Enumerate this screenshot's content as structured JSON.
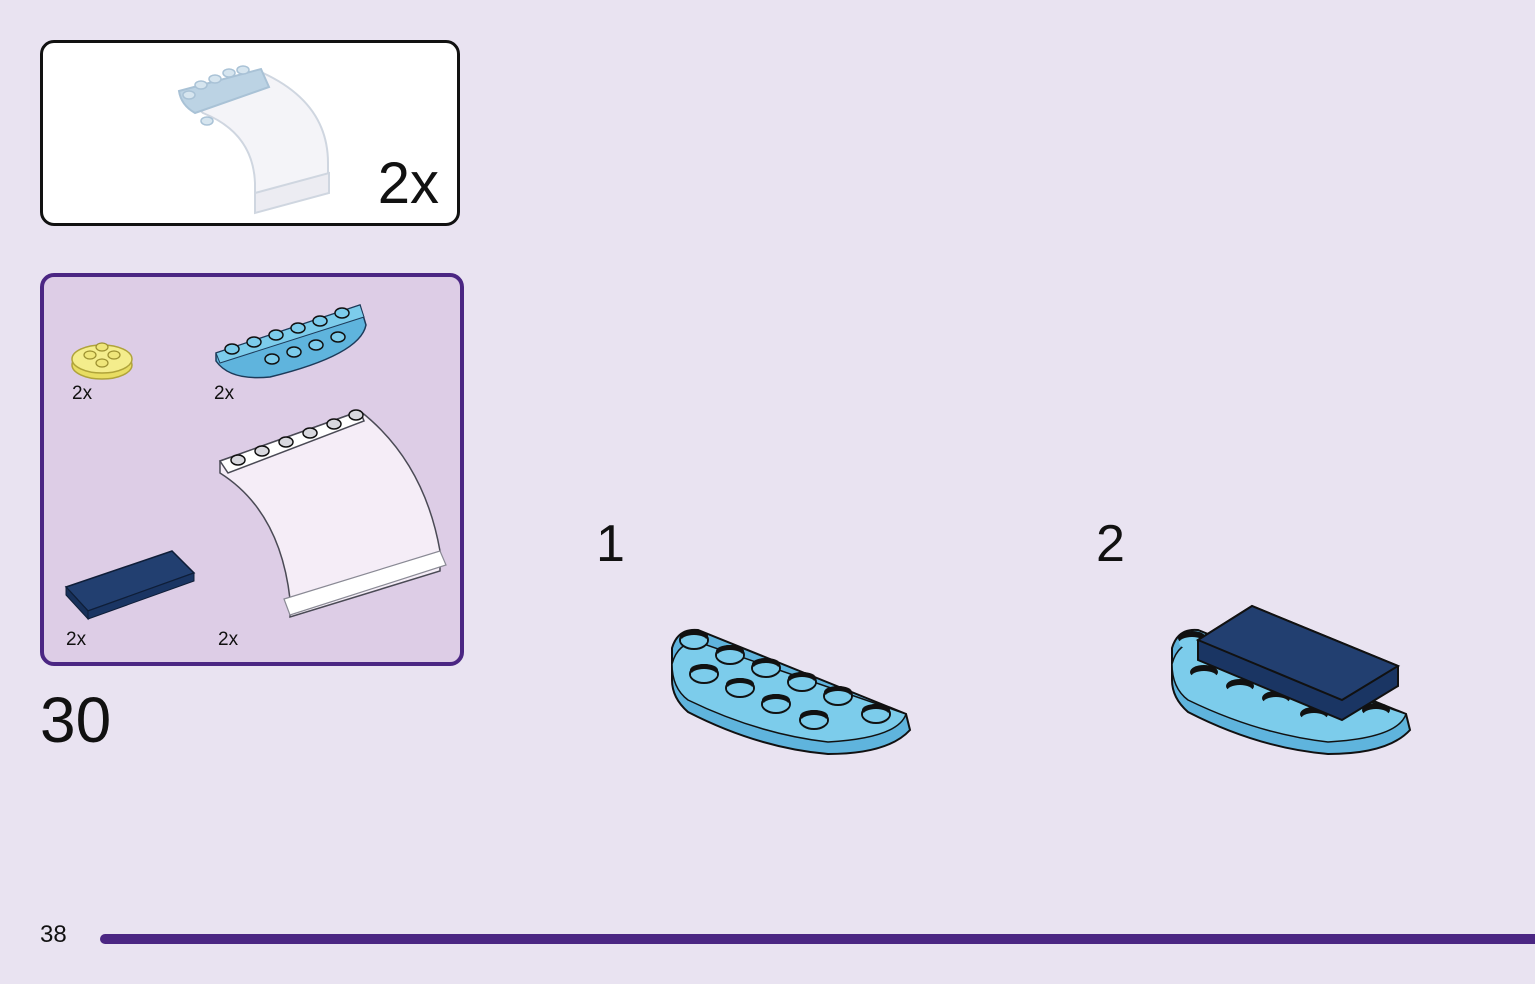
{
  "submodel_callout": {
    "quantity": "2x",
    "part_icon": "curved-panel-assembly-icon"
  },
  "parts_list": {
    "items": [
      {
        "name": "yellow-round-plate",
        "quantity": "2x",
        "color": "#f2ea7a"
      },
      {
        "name": "light-blue-half-round-plate",
        "quantity": "2x",
        "color": "#6fc3e8"
      },
      {
        "name": "dark-blue-tile",
        "quantity": "2x",
        "color": "#1f3d6e"
      },
      {
        "name": "clear-curved-panel",
        "quantity": "2x",
        "color": "#f6eef8"
      }
    ]
  },
  "step": {
    "number": "30",
    "substeps": [
      "1",
      "2"
    ]
  },
  "page": {
    "number": "38"
  },
  "colors": {
    "background": "#e9e3f1",
    "accent": "#4b2683",
    "parts_box_fill": "#ddcde6",
    "light_blue": "#6fc3e8",
    "dark_blue": "#1f3d6e"
  }
}
